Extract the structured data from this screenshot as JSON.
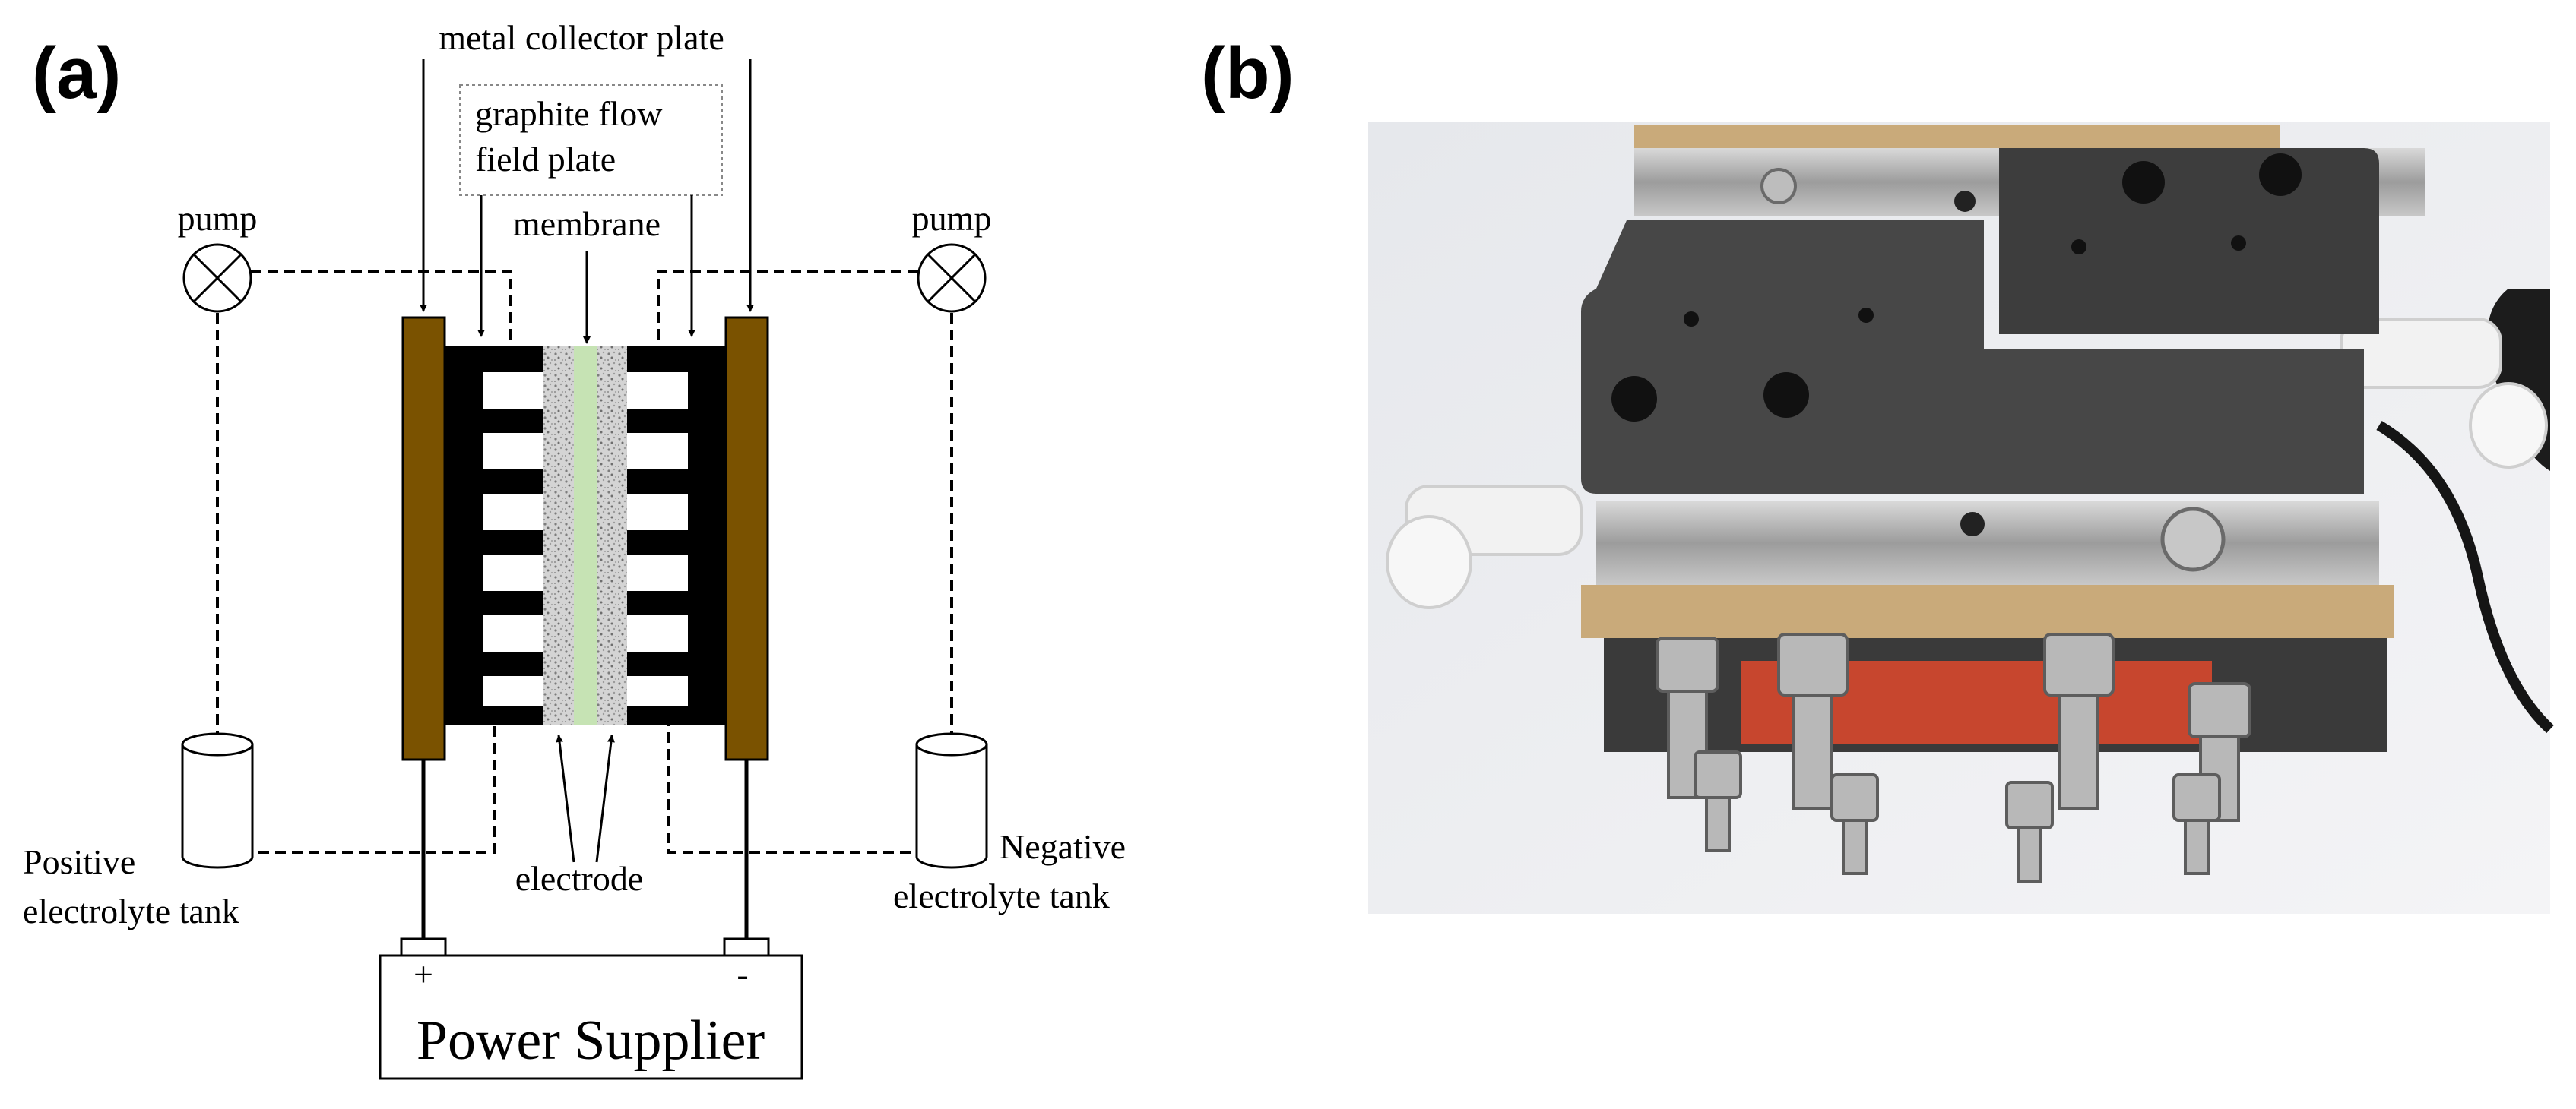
{
  "panel_a": {
    "label": "(a)",
    "metal_collector_plate": "metal collector plate",
    "graphite_line1": "graphite flow",
    "graphite_line2": "field plate",
    "membrane": "membrane",
    "pump_left": "pump",
    "pump_right": "pump",
    "positive_tank_line1": "Positive",
    "positive_tank_line2": "electrolyte tank",
    "negative_tank_line1": "Negative",
    "negative_tank_line2": "electrolyte tank",
    "electrode": "electrode",
    "plus_terminal": "+",
    "minus_terminal": "-",
    "power_supplier": "Power Supplier"
  },
  "panel_b": {
    "label": "(b)"
  },
  "colors": {
    "collector_plate": "#7a5200",
    "membrane": "#c6e3b4",
    "electrode": "#cfcfcf",
    "flow_field": "#000000"
  },
  "icons": [
    "pump-icon",
    "tank-icon"
  ]
}
